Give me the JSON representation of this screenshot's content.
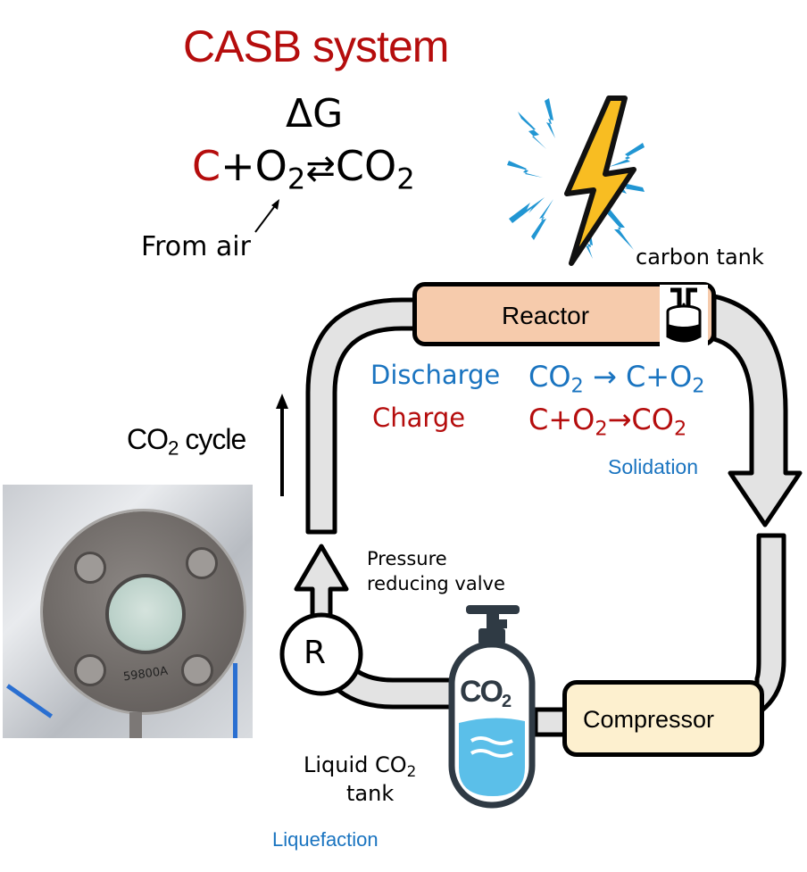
{
  "title": "CASB system",
  "equation": {
    "delta_g": "ΔG",
    "c": "C",
    "plus_o": "+O",
    "sub2": "2",
    "arrow": "⇄",
    "co": "CO"
  },
  "from_air": "From air",
  "carbon_tank_label": "carbon tank",
  "reactor_label": "Reactor",
  "discharge": {
    "label": "Discharge",
    "eq_left": "CO",
    "eq_arrow": "→",
    "eq_right": "C+O",
    "sub": "2"
  },
  "charge": {
    "label": "Charge",
    "eq_left": "C+O",
    "eq_arrow": "→",
    "eq_right": "CO",
    "sub": "2"
  },
  "solidation_label": "Solidation",
  "co2_cycle": {
    "co": "CO",
    "sub": "2",
    "rest": " cycle"
  },
  "pressure_valve_label_1": "Pressure",
  "pressure_valve_label_2": "reducing valve",
  "valve_symbol": "R",
  "tank_symbol": {
    "co": "CO",
    "sub": "2"
  },
  "liquid_tank_label": {
    "line1": "Liquid CO",
    "sub": "2",
    "line2": "tank"
  },
  "compressor_label": "Compressor",
  "liquefaction_label": "Liquefaction",
  "photo_stamp": "59800A",
  "colors": {
    "red": "#b50d0d",
    "blue": "#1a74c0",
    "reactor_fill": "#f6cbac",
    "compressor_fill": "#fdf0cf",
    "pipe_fill": "#e3e3e3",
    "bolt_yellow": "#f8bd22",
    "spark_blue": "#2196d3",
    "liquid_blue": "#5bbfe9",
    "tank_dark": "#2f3a44"
  }
}
